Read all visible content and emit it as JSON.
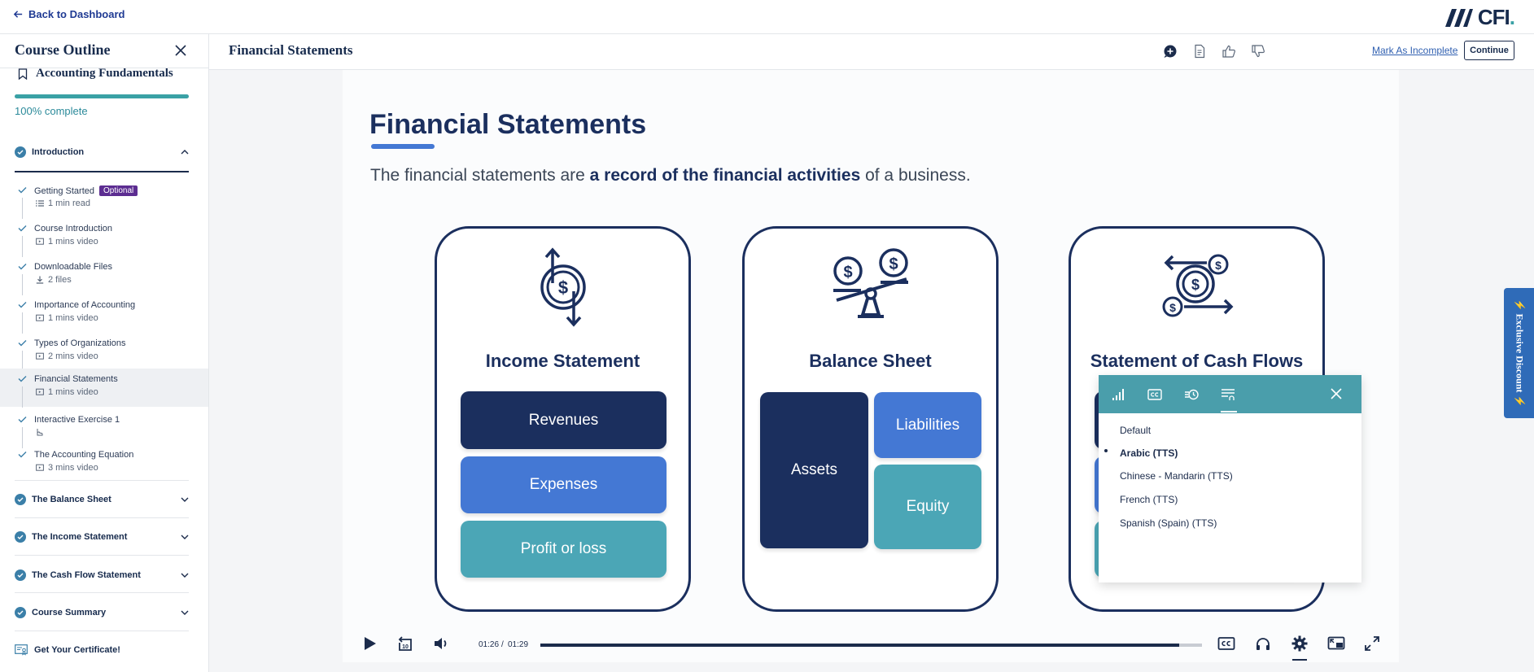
{
  "topbar": {
    "back_label": "Back to Dashboard",
    "logo_text": "CFI",
    "logo_suffix": "."
  },
  "sidebar": {
    "title": "Course Outline",
    "course_name": "Accounting Fundamentals",
    "progress_percent": 100,
    "progress_text": "100% complete",
    "intro_section": "Introduction",
    "lessons": [
      {
        "title": "Getting Started",
        "badge": "Optional",
        "meta": "1 min read",
        "icon": "list-icon"
      },
      {
        "title": "Course Introduction",
        "meta": "1 mins video",
        "icon": "video-icon"
      },
      {
        "title": "Downloadable Files",
        "meta": "2 files",
        "icon": "download-icon"
      },
      {
        "title": "Importance of Accounting",
        "meta": "1 mins video",
        "icon": "video-icon"
      },
      {
        "title": "Types of Organizations",
        "meta": "2 mins video",
        "icon": "video-icon"
      },
      {
        "title": "Financial Statements",
        "meta": "1 mins video",
        "icon": "video-icon",
        "active": true
      },
      {
        "title": "Interactive Exercise 1",
        "meta": "",
        "icon": "exercise-icon"
      },
      {
        "title": "The Accounting Equation",
        "meta": "3 mins video",
        "icon": "video-icon"
      }
    ],
    "sections": [
      "The Balance Sheet",
      "The Income Statement",
      "The Cash Flow Statement",
      "Course Summary"
    ],
    "certificate_label": "Get Your Certificate!"
  },
  "lesson_header": {
    "title": "Financial Statements",
    "mark_incomplete": "Mark As Incomplete",
    "continue_label": "Continue"
  },
  "slide": {
    "title": "Financial Statements",
    "subtitle_pre": "The financial statements are ",
    "subtitle_bold": "a record of the financial activities",
    "subtitle_post": " of a business.",
    "cards": [
      {
        "title": "Income Statement",
        "items": [
          "Revenues",
          "Expenses",
          "Profit or loss"
        ]
      },
      {
        "title": "Balance Sheet",
        "items": [
          "Assets",
          "Liabilities",
          "Equity"
        ]
      },
      {
        "title": "Statement of Cash Flows"
      }
    ],
    "colors": {
      "navy": "#1b2f5e",
      "blue": "#4478d4",
      "teal": "#4ba6b6"
    }
  },
  "player": {
    "current_time": "01:26",
    "separator": "/",
    "duration": "01:29",
    "progress_fraction": 0.966
  },
  "language_menu": {
    "options": [
      "Default",
      "Arabic (TTS)",
      "Chinese - Mandarin (TTS)",
      "French (TTS)",
      "Spanish (Spain) (TTS)"
    ],
    "selected": "Arabic (TTS)",
    "header_color": "#4a9eab"
  },
  "discount_tab": {
    "label": "⚡ Exclusive Discount ⚡"
  }
}
